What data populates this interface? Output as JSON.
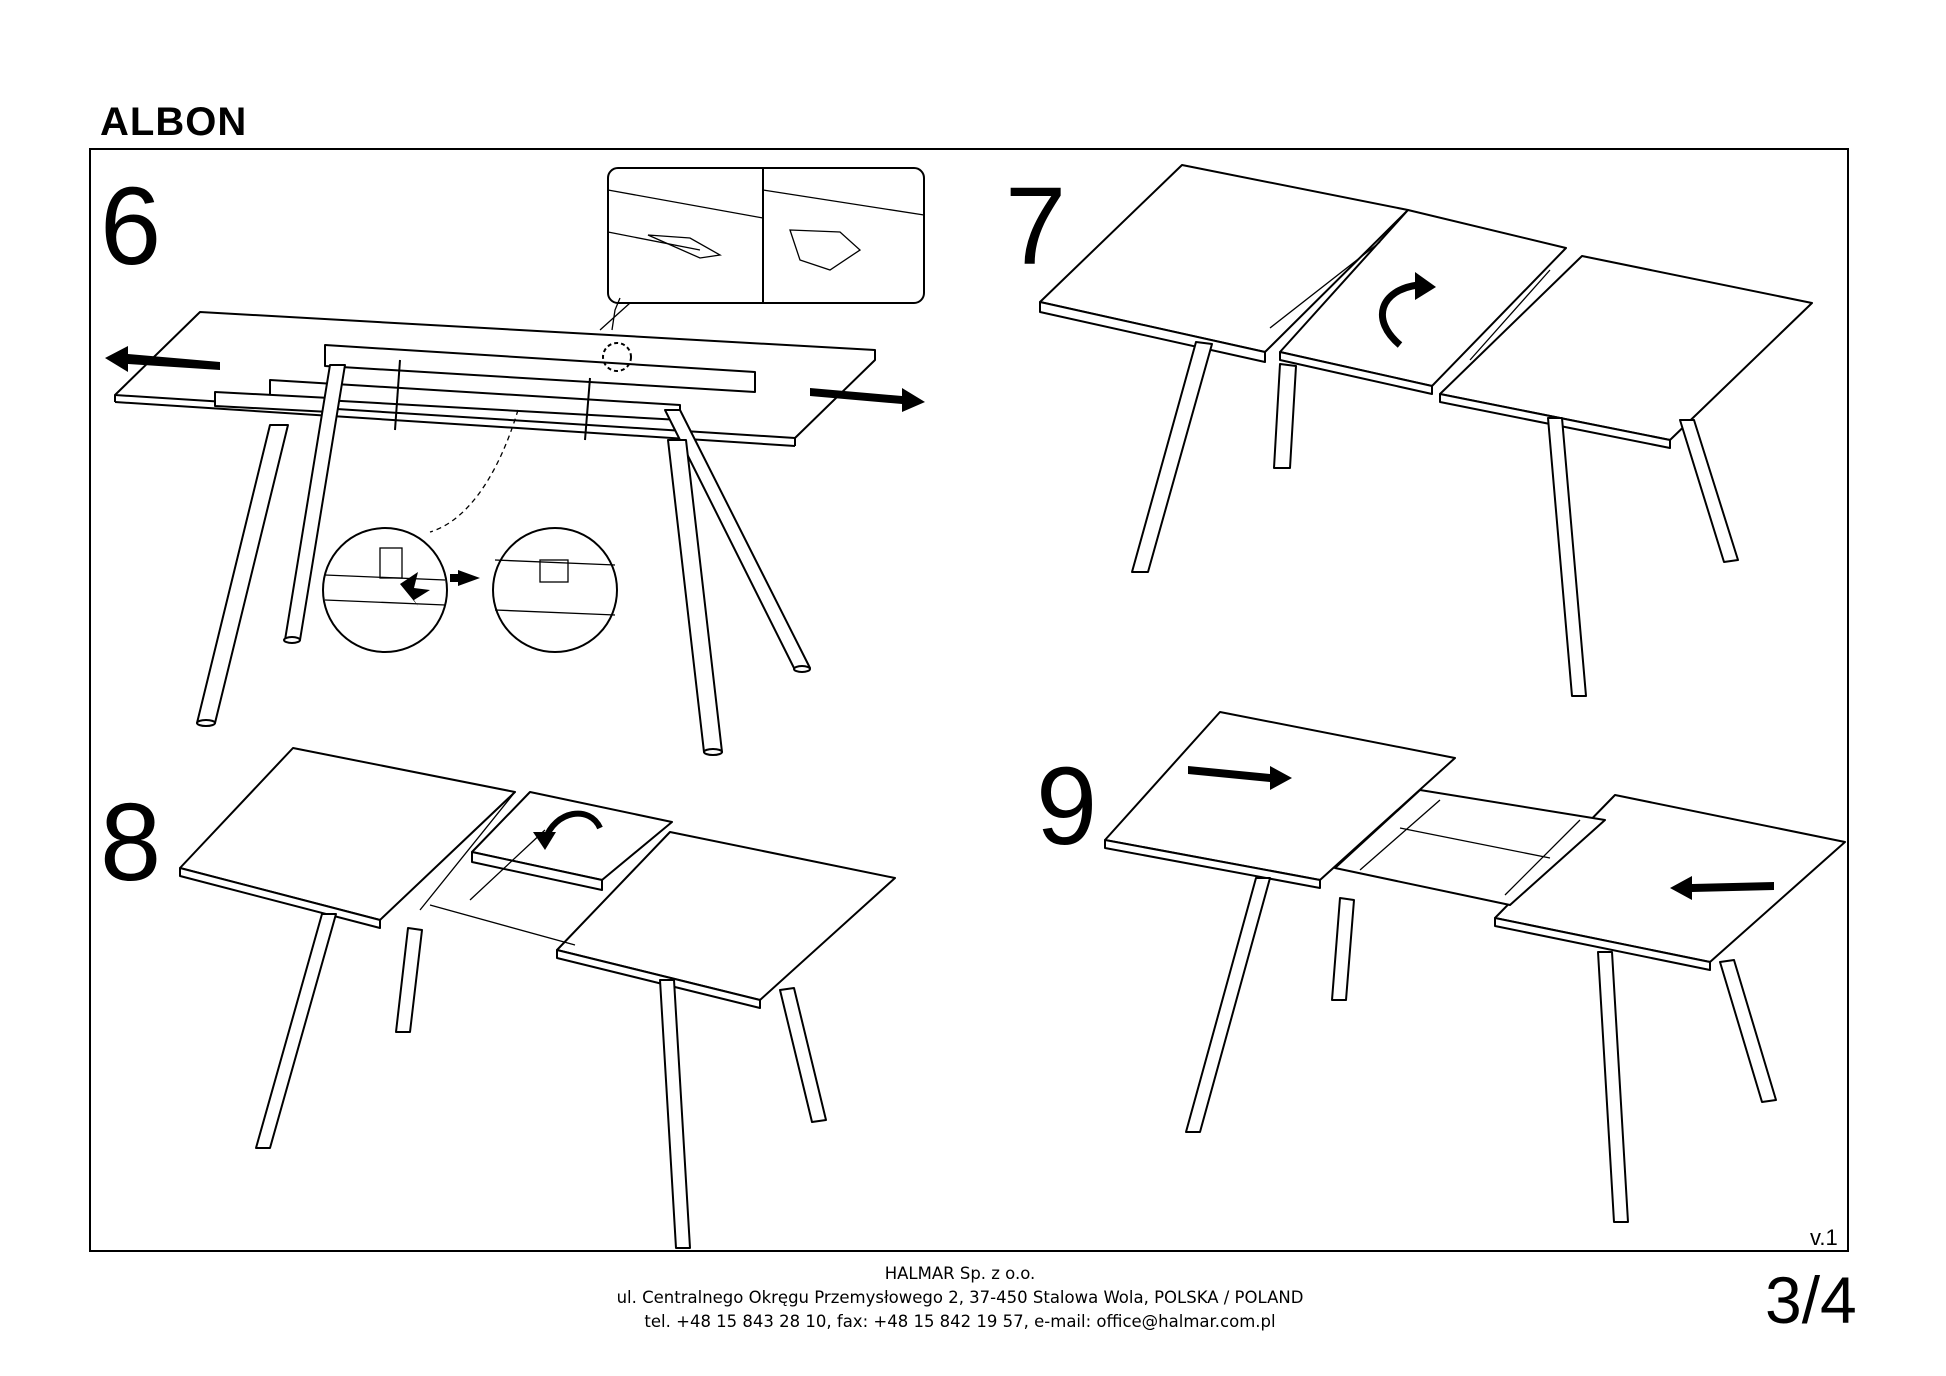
{
  "document": {
    "title": "ALBON",
    "version": "v.1",
    "page": "3/4"
  },
  "steps": [
    {
      "number": "6"
    },
    {
      "number": "7"
    },
    {
      "number": "8"
    },
    {
      "number": "9"
    }
  ],
  "footer": {
    "company": "HALMAR Sp. z o.o.",
    "address": "ul. Centralnego Okręgu Przemysłowego 2, 37-450 Stalowa Wola, POLSKA / POLAND",
    "contact": "tel. +48 15 843 28 10, fax: +48 15 842 19 57, e-mail: office@halmar.com.pl"
  }
}
